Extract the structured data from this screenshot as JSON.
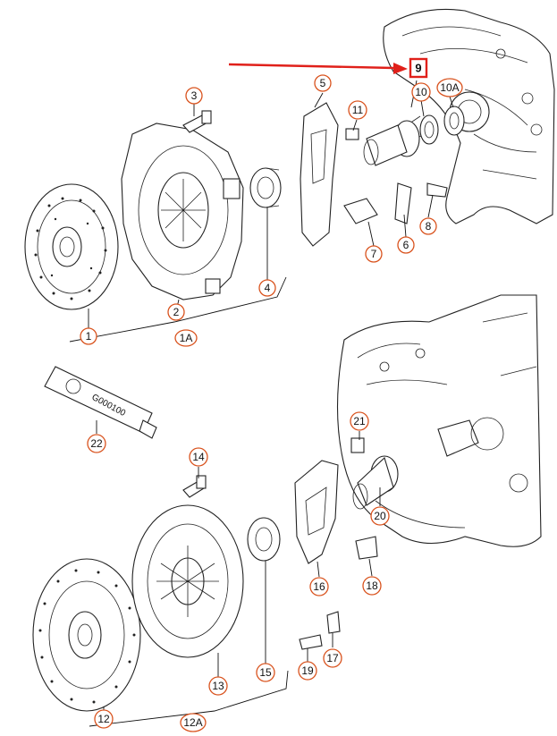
{
  "diagram": {
    "highlighted_part": "9",
    "highlight_color": "#e0201a",
    "callout_color": "#d9531e",
    "tube_label": "G000100",
    "callouts": {
      "c1": "1",
      "c2": "2",
      "c1A": "1A",
      "c3": "3",
      "c4": "4",
      "c5": "5",
      "c6": "6",
      "c7": "7",
      "c8": "8",
      "c10": "10",
      "c10A": "10A",
      "c11": "11",
      "c12": "12",
      "c12A": "12A",
      "c13": "13",
      "c14": "14",
      "c15": "15",
      "c16": "16",
      "c17": "17",
      "c18": "18",
      "c19": "19",
      "c20": "20",
      "c21": "21",
      "c22": "22"
    }
  }
}
